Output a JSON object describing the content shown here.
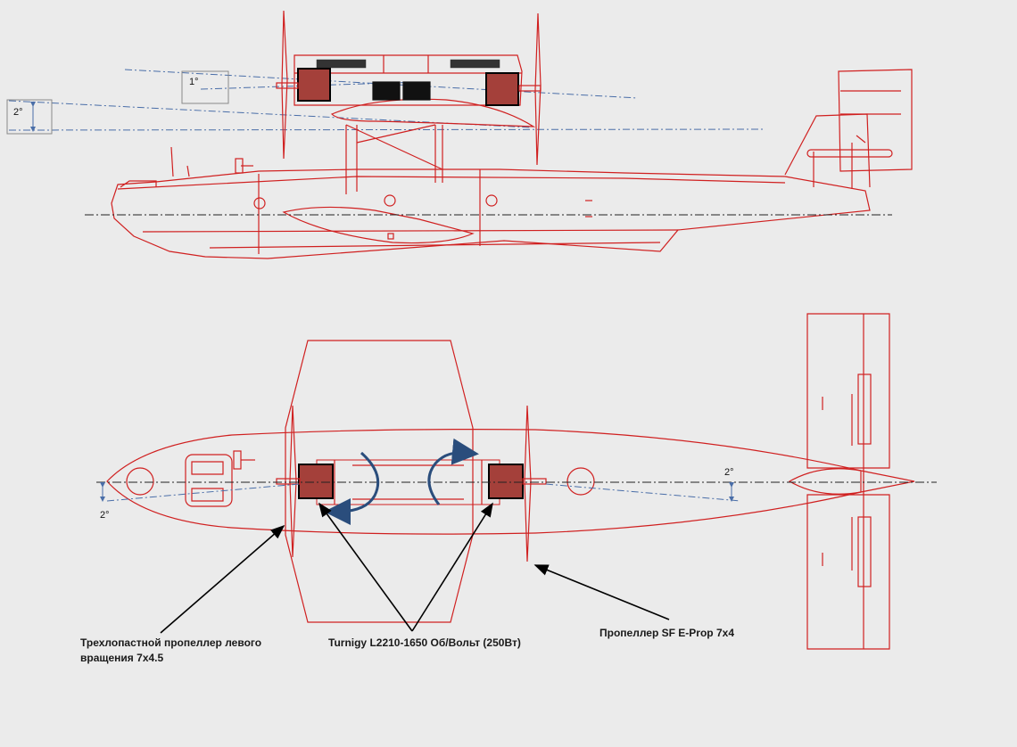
{
  "angles": {
    "wing_incidence_side": "1°",
    "thrust_line_side": "2°",
    "thrust_line_top_left": "2°",
    "thrust_line_top_right": "2°"
  },
  "callouts": {
    "left_prop_line1": "Трехлопастной пропеллер левого",
    "left_prop_line2": "вращения 7x4.5",
    "motors": "Turnigy L2210-1650  Об/Вольт (250Вт)",
    "right_prop": "Пропеллер SF E-Prop 7x4"
  },
  "colors": {
    "background": "#ebebeb",
    "drawing": "#d02020",
    "motor_fill": "#a4403a",
    "centerline": "#222222",
    "angle_line": "#4a6ea8",
    "rotation_arrow": "#2a4d7c"
  },
  "icons": {
    "left_rotation": "rotation-arrow-ccw-icon",
    "right_rotation": "rotation-arrow-cw-icon"
  }
}
